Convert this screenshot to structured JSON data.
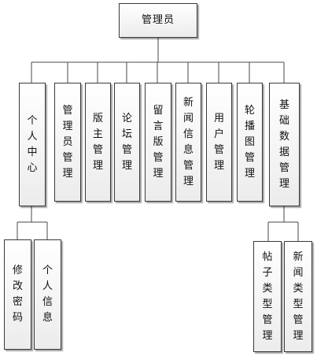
{
  "root": {
    "label": "管理员"
  },
  "modules": [
    {
      "label": "个人中心"
    },
    {
      "label": "管理员管理"
    },
    {
      "label": "版主管理"
    },
    {
      "label": "论坛管理"
    },
    {
      "label": "留言版管理"
    },
    {
      "label": "新闻信息管理"
    },
    {
      "label": "用户管理"
    },
    {
      "label": "轮播图管理"
    },
    {
      "label": "基础数据管理"
    }
  ],
  "personal_children": [
    {
      "label": "修改密码"
    },
    {
      "label": "个人信息"
    }
  ],
  "basic_children": [
    {
      "label": "帖子类型管理"
    },
    {
      "label": "新闻类型管理"
    }
  ]
}
